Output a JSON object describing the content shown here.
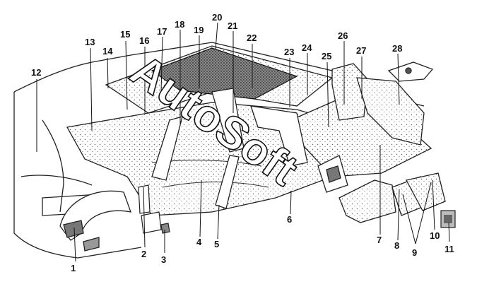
{
  "diagram": {
    "callouts": [
      {
        "id": "1",
        "label": "1"
      },
      {
        "id": "2",
        "label": "2"
      },
      {
        "id": "3",
        "label": "3"
      },
      {
        "id": "4",
        "label": "4"
      },
      {
        "id": "5",
        "label": "5"
      },
      {
        "id": "6",
        "label": "6"
      },
      {
        "id": "7",
        "label": "7"
      },
      {
        "id": "8",
        "label": "8"
      },
      {
        "id": "9",
        "label": "9"
      },
      {
        "id": "10",
        "label": "10"
      },
      {
        "id": "11",
        "label": "11"
      },
      {
        "id": "12",
        "label": "12"
      },
      {
        "id": "13",
        "label": "13"
      },
      {
        "id": "14",
        "label": "14"
      },
      {
        "id": "15",
        "label": "15"
      },
      {
        "id": "16",
        "label": "16"
      },
      {
        "id": "17",
        "label": "17"
      },
      {
        "id": "18",
        "label": "18"
      },
      {
        "id": "19",
        "label": "19"
      },
      {
        "id": "20",
        "label": "20"
      },
      {
        "id": "21",
        "label": "21"
      },
      {
        "id": "22",
        "label": "22"
      },
      {
        "id": "23",
        "label": "23"
      },
      {
        "id": "24",
        "label": "24"
      },
      {
        "id": "25",
        "label": "25"
      },
      {
        "id": "26",
        "label": "26"
      },
      {
        "id": "27",
        "label": "27"
      },
      {
        "id": "28",
        "label": "28"
      }
    ],
    "watermark": "AutoSoft"
  }
}
